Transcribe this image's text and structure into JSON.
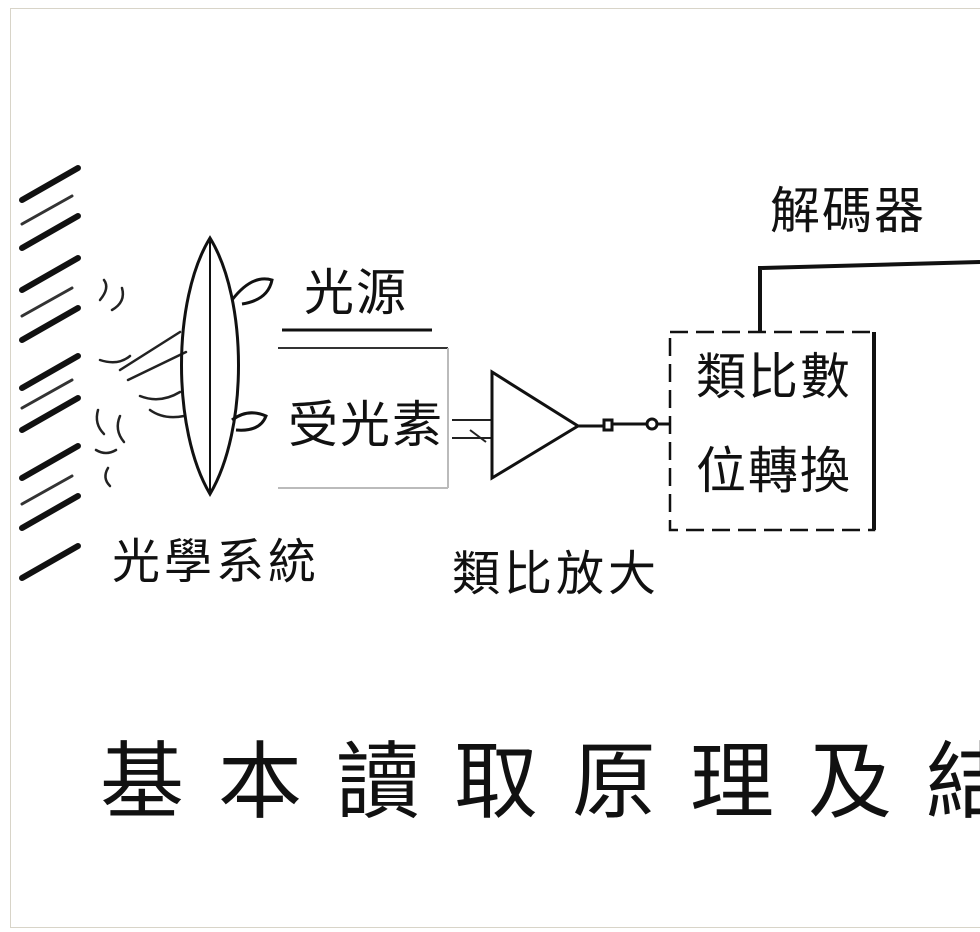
{
  "diagram": {
    "labels": {
      "decoder": "解碼器",
      "light_source": "光源",
      "receiver": "受光素",
      "adc_line1": "類比數",
      "adc_line2": "位轉換",
      "optical_system": "光學系統",
      "analog_amp": "類比放大"
    },
    "caption": "基本讀取原理及結構",
    "colors": {
      "ink": "#111111",
      "frame": "#d8d4c8",
      "background": "#ffffff"
    }
  }
}
